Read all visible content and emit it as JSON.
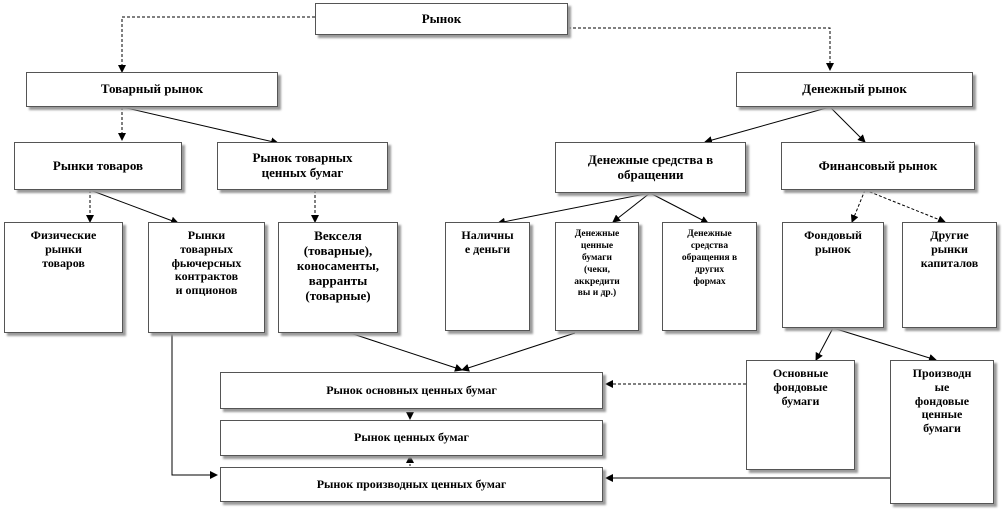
{
  "nodes": {
    "market": "Рынок",
    "goods_market": "Товарный рынок",
    "money_market": "Денежный рынок",
    "commodity_markets": "Рынки товаров",
    "commodity_securities_market": "Рынок товарных\nценных бумаг",
    "money_in_circulation": "Денежные средства в\nобращении",
    "financial_market": "Финансовый рынок",
    "physical_markets": "Физические\nрынки\nтоваров",
    "futures_markets": "Рынки\nтоварных\nфьючерсных\nконтрактов\nи опционов",
    "bills": "Векселя\n(товарные),\nконосаменты,\nварранты\n(товарные)",
    "cash": "Наличны\nе деньги",
    "money_securities": "Денежные\nценные\nбумаги\n(чеки,\nаккредити\nвы и др.)",
    "other_money_forms": "Денежные\nсредства\nобращения в\nдругих\nформах",
    "stock_market": "Фондовый\nрынок",
    "other_capital_markets": "Другие\nрынки\nкапиталов",
    "basic_securities_market": "Рынок основных ценных бумаг",
    "securities_market": "Рынок ценных бумаг",
    "derivatives_market": "Рынок производных ценных бумаг",
    "basic_stock_securities": "Основные\nфондовые\nбумаги",
    "derivative_stock_securities": "Производн\nые\nфондовые\nценные\nбумаги"
  }
}
